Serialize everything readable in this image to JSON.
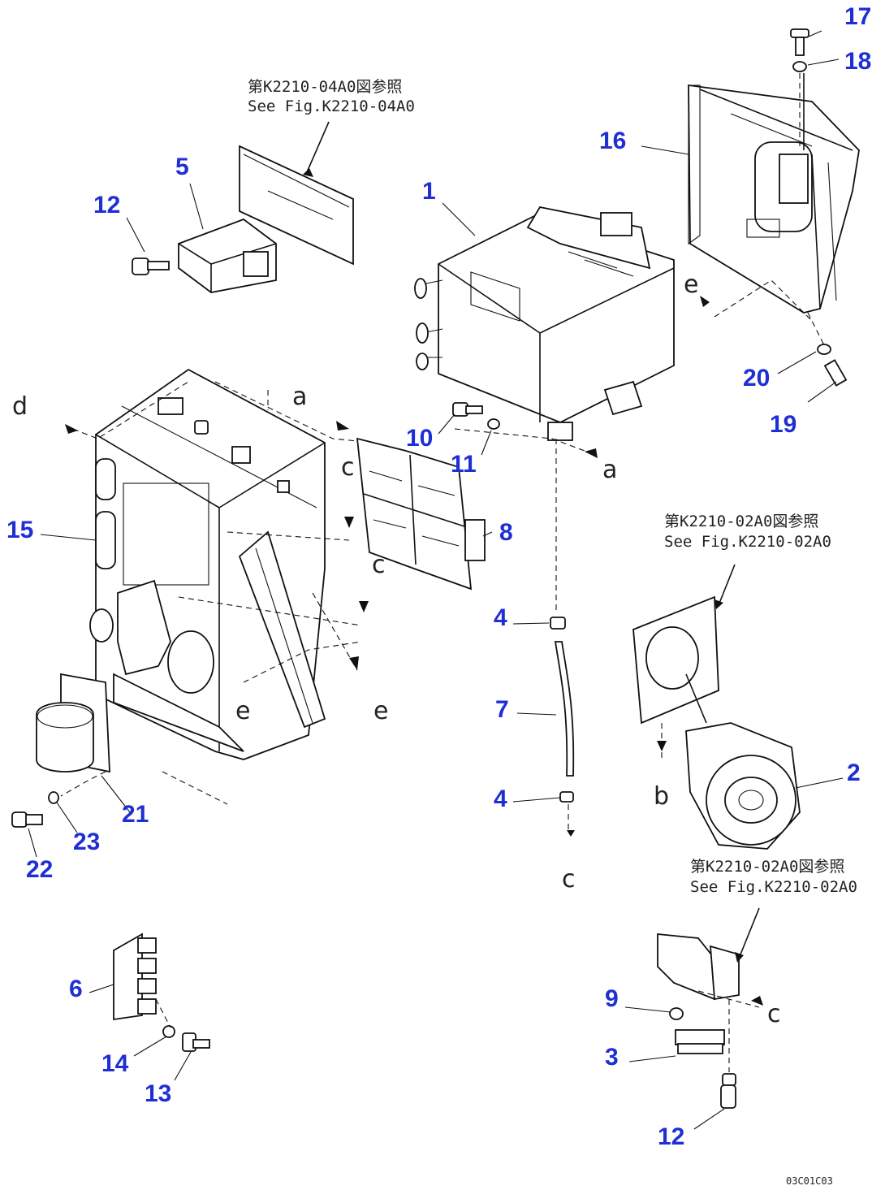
{
  "reference_notes": [
    {
      "line1": "第K2210-04A0図参照",
      "line2": "See Fig.K2210-04A0"
    },
    {
      "line1": "第K2210-02A0図参照",
      "line2": "See Fig.K2210-02A0"
    },
    {
      "line1": "第K2210-02A0図参照",
      "line2": "See Fig.K2210-02A0"
    }
  ],
  "callouts": [
    "17",
    "18",
    "16",
    "5",
    "12",
    "1",
    "20",
    "19",
    "10",
    "11",
    "15",
    "8",
    "4",
    "7",
    "4",
    "2",
    "21",
    "23",
    "22",
    "6",
    "9",
    "3",
    "14",
    "13",
    "12"
  ],
  "connection_letters": [
    "d",
    "a",
    "a",
    "c",
    "c",
    "e",
    "e",
    "e",
    "b",
    "c",
    "c"
  ],
  "drawing_code": "03C01C03"
}
